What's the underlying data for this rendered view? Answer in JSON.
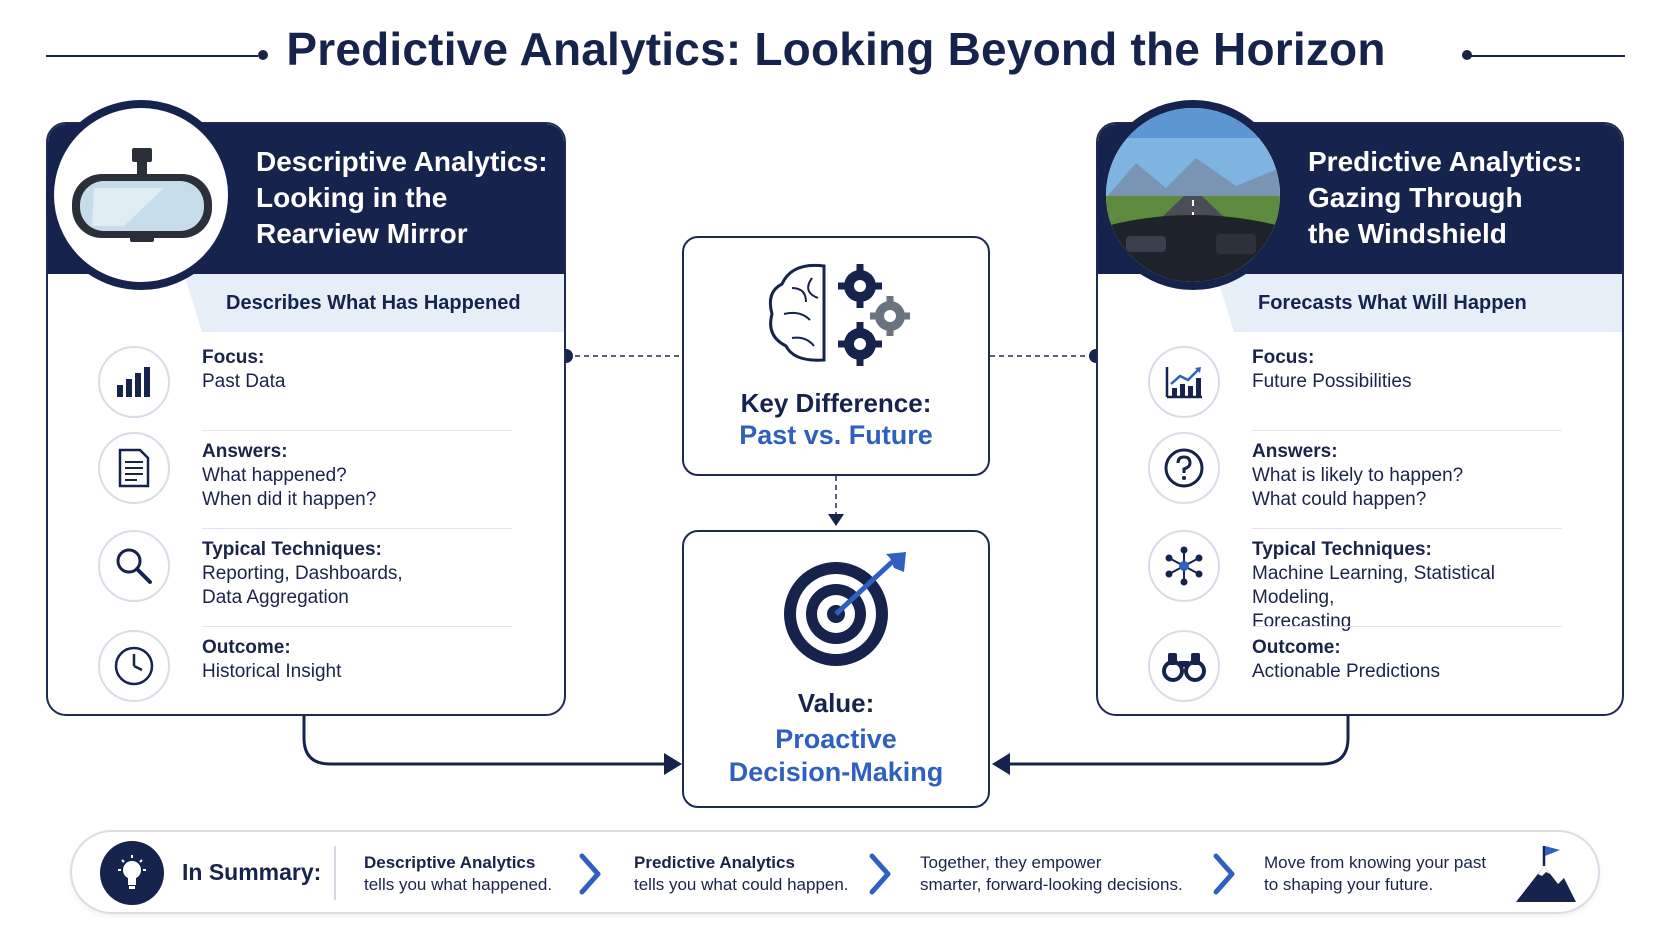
{
  "title": "Predictive Analytics: Looking Beyond the Horizon",
  "left_panel": {
    "title": "Descriptive Analytics:\nLooking in the\nRearview Mirror",
    "subtitle": "Describes What Has Happened",
    "image_icon": "rearview-mirror",
    "rows": [
      {
        "icon": "bar-chart-icon",
        "label": "Focus:",
        "value": "Past Data"
      },
      {
        "icon": "document-icon",
        "label": "Answers:",
        "value": "What happened?\nWhen did it happen?"
      },
      {
        "icon": "magnifier-icon",
        "label": "Typical Techniques:",
        "value": "Reporting, Dashboards,\nData Aggregation"
      },
      {
        "icon": "clock-icon",
        "label": "Outcome:",
        "value": "Historical Insight"
      }
    ]
  },
  "right_panel": {
    "title": "Predictive Analytics:\nGazing Through\nthe Windshield",
    "subtitle": "Forecasts What Will Happen",
    "image_icon": "windshield-road",
    "rows": [
      {
        "icon": "trend-chart-icon",
        "label": "Focus:",
        "value": "Future Possibilities"
      },
      {
        "icon": "question-icon",
        "label": "Answers:",
        "value": "What is likely to happen?\nWhat could happen?"
      },
      {
        "icon": "network-icon",
        "label": "Typical Techniques:",
        "value": "Machine Learning, Statistical Modeling,\nForecasting"
      },
      {
        "icon": "binoculars-icon",
        "label": "Outcome:",
        "value": "Actionable Predictions"
      }
    ]
  },
  "center": {
    "key": {
      "label": "Key Difference:",
      "value": "Past vs. Future",
      "icon": "brain-gears-icon"
    },
    "value": {
      "label": "Value:",
      "value": "Proactive\nDecision-Making",
      "icon": "target-icon"
    }
  },
  "summary": {
    "title": "In Summary:",
    "items": [
      {
        "bold": "Descriptive Analytics",
        "text": "tells you what happened."
      },
      {
        "bold": "Predictive Analytics",
        "text": "tells you what could happen."
      },
      {
        "line1": "Together, they empower",
        "line2": "smarter, forward-looking decisions."
      },
      {
        "line1": "Move from knowing your past",
        "line2": "to shaping your future."
      }
    ]
  },
  "colors": {
    "navy": "#16234d",
    "accent_blue": "#2f5fbf",
    "light_band": "#e6eef8"
  }
}
